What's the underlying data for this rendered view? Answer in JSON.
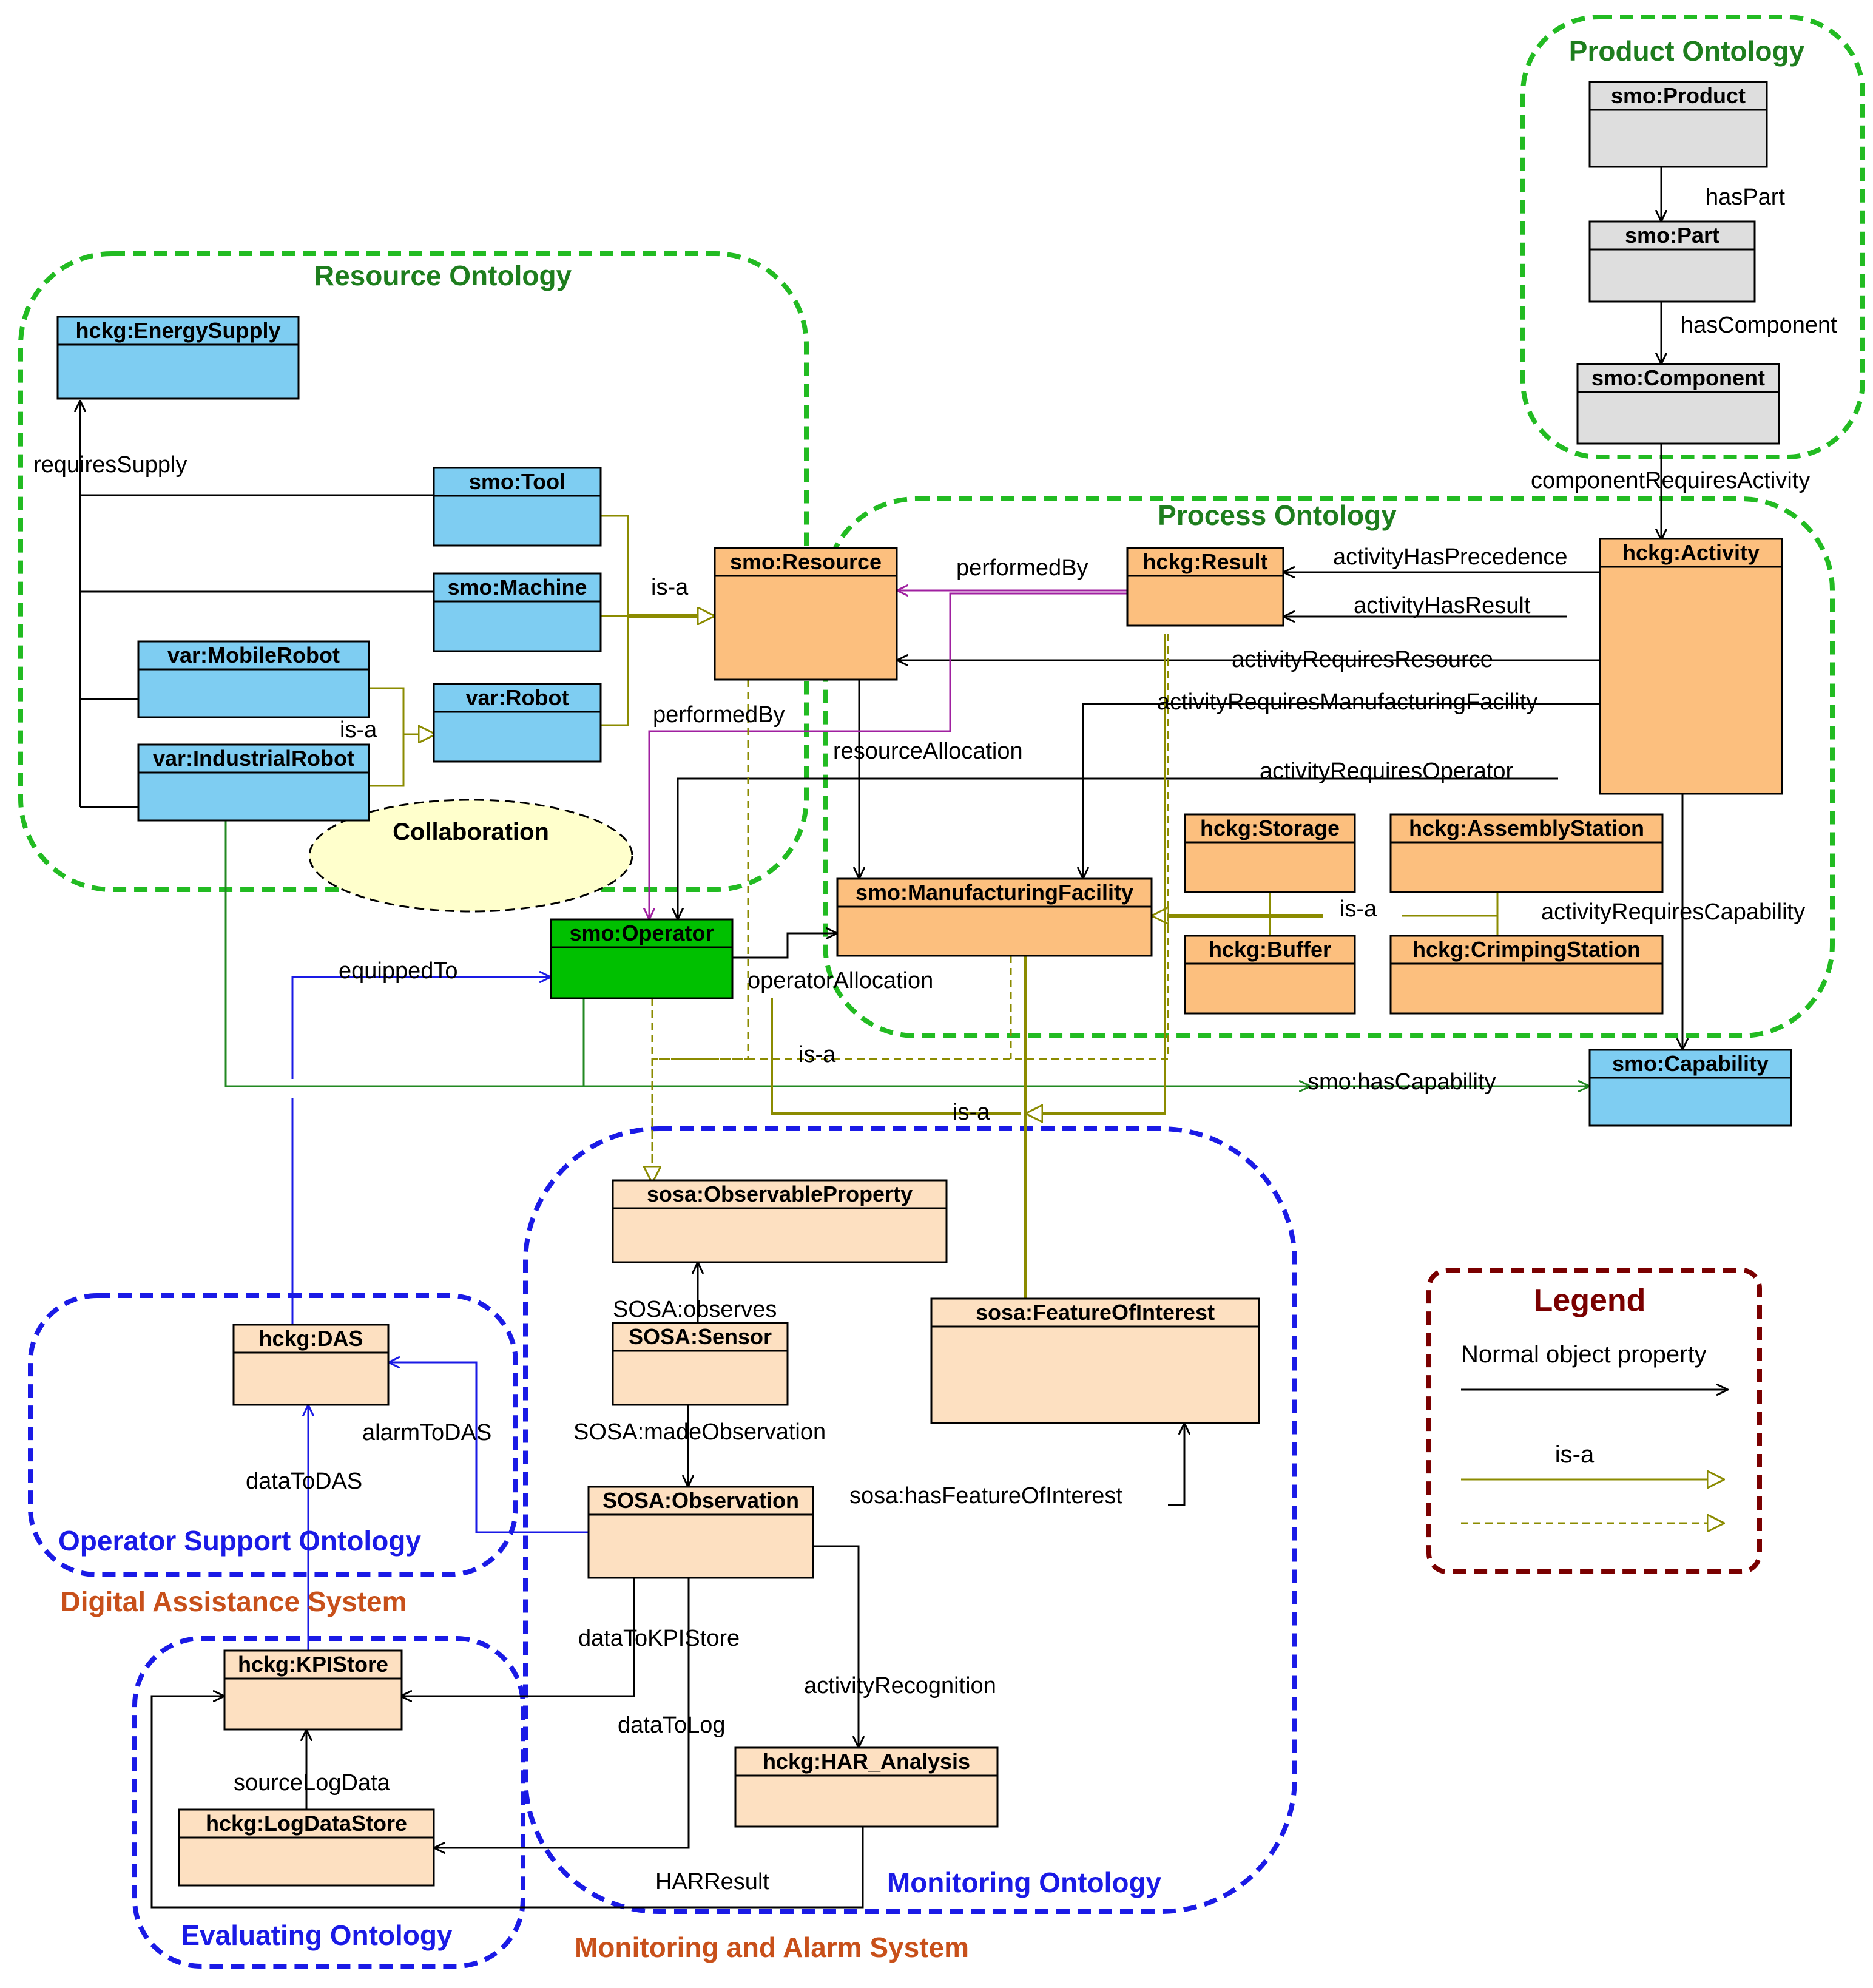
{
  "groups": {
    "product": "Product Ontology",
    "resource": "Resource Ontology",
    "process": "Process Ontology",
    "monitoring": "Monitoring Ontology",
    "operator_support": "Operator Support Ontology",
    "evaluating": "Evaluating Ontology",
    "das": "Digital Assistance System",
    "mas": "Monitoring and Alarm System"
  },
  "classes": {
    "product": "smo:Product",
    "part": "smo:Part",
    "component": "smo:Component",
    "energy_supply": "hckg:EnergySupply",
    "tool": "smo:Tool",
    "machine": "smo:Machine",
    "mobile_robot": "var:MobileRobot",
    "robot": "var:Robot",
    "industrial_robot": "var:IndustrialRobot",
    "resource": "smo:Resource",
    "result": "hckg:Result",
    "activity": "hckg:Activity",
    "operator": "smo:Operator",
    "manufacturing_facility": "smo:ManufacturingFacility",
    "storage": "hckg:Storage",
    "assembly_station": "hckg:AssemblyStation",
    "buffer": "hckg:Buffer",
    "crimping_station": "hckg:CrimpingStation",
    "capability": "smo:Capability",
    "observable_property": "sosa:ObservableProperty",
    "sensor": "SOSA:Sensor",
    "feature_of_interest": "sosa:FeatureOfInterest",
    "observation": "SOSA:Observation",
    "das": "hckg:DAS",
    "kpi_store": "hckg:KPIStore",
    "log_data_store": "hckg:LogDataStore",
    "har_analysis": "hckg:HAR_Analysis"
  },
  "relations": {
    "has_part": "hasPart",
    "has_component": "hasComponent",
    "component_requires_activity": "componentRequiresActivity",
    "requires_supply": "requiresSupply",
    "is_a_resource": "is-a",
    "is_a_robot": "is-a",
    "performed_by_1": "performedBy",
    "performed_by_2": "performedBy",
    "activity_has_precedence": "activityHasPrecedence",
    "activity_has_result": "activityHasResult",
    "activity_requires_resource": "activityRequiresResource",
    "activity_requires_mf": "activityRequiresManufacturingFacility",
    "resource_allocation": "resourceAllocation",
    "activity_requires_operator": "activityRequiresOperator",
    "is_a_facility": "is-a",
    "activity_requires_capability": "activityRequiresCapability",
    "equipped_to": "equippedTo",
    "operator_allocation": "operatorAllocation",
    "is_a_observable": "is-a",
    "is_a_feature": "is-a",
    "has_capability": "smo:hasCapability",
    "observes": "SOSA:observes",
    "made_observation": "SOSA:madeObservation",
    "has_feature_of_interest": "sosa:hasFeatureOfInterest",
    "alarm_to_das": "alarmToDAS",
    "data_to_das": "dataToDAS",
    "data_to_kpi_store": "dataToKPIStore",
    "data_to_log": "dataToLog",
    "activity_recognition": "activityRecognition",
    "source_log_data": "sourceLogData",
    "har_result": "HARResult"
  },
  "collaboration": "Collaboration",
  "legend": {
    "title": "Legend",
    "normal": "Normal object property",
    "is_a": "is-a"
  },
  "colors": {
    "blue_class": "#7ecdf2",
    "orange_class": "#fcbf7e",
    "light_orange_class": "#fde0c1",
    "gray_class": "#dedede",
    "operator_green": "#00c000",
    "group_green": "#22bb22",
    "group_blue": "#1a1ae6",
    "legend_red": "#7a0000",
    "system_orange": "#c8501a",
    "olive": "#8b8b00",
    "purple": "#a020a0",
    "capability_green": "#228822"
  }
}
